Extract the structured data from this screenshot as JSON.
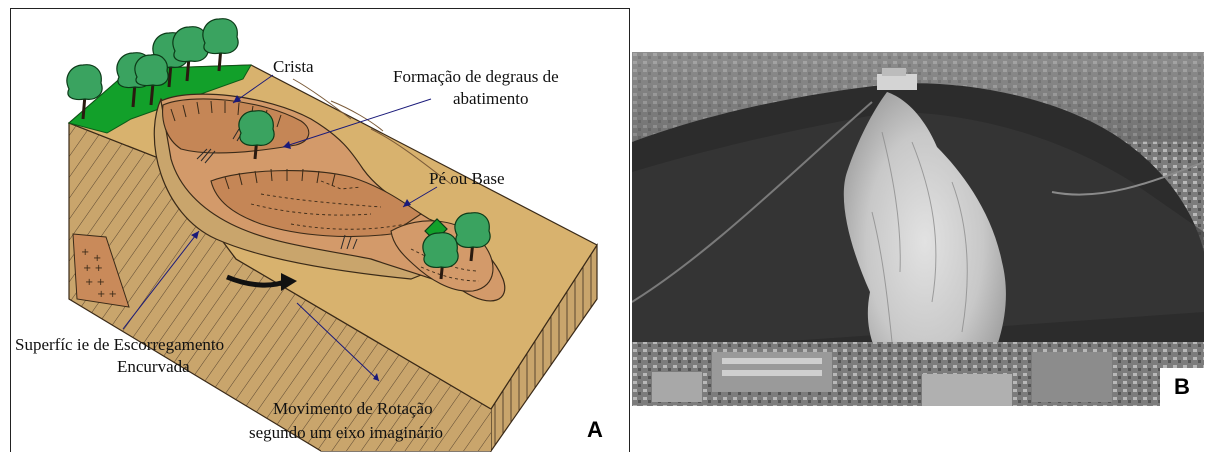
{
  "panel_a": {
    "labels": {
      "crista": "Crista",
      "formacao_line1": "Formação de degraus de",
      "formacao_line2": "abatimento",
      "pe_ou_base": "Pé ou Base",
      "superficie_line1": "Superfíc ie de Escorregamento",
      "superficie_line2": "Encurvada",
      "movimento_line1": "Movimento de Rotação",
      "movimento_line2": "segundo um eixo imaginário"
    },
    "letter": "A",
    "colors": {
      "ground_top": "#d8b26e",
      "ground_side": "#c4a068",
      "slide_mass": "#d39a6a",
      "grass": "#12a02a",
      "tree": "#3aa360",
      "leader_line": "#1a1a7a"
    }
  },
  "panel_b": {
    "letter": "B"
  }
}
